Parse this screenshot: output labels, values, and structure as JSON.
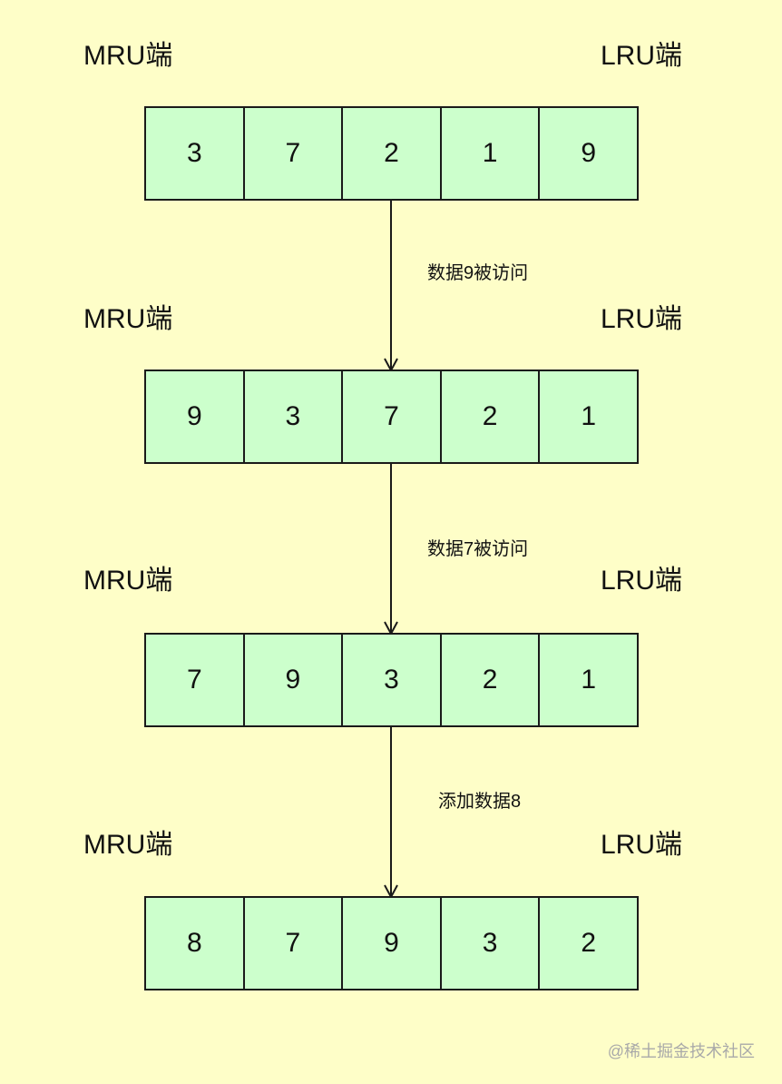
{
  "labels": {
    "mru": "MRU端",
    "lru": "LRU端"
  },
  "rows": [
    [
      "3",
      "7",
      "2",
      "1",
      "9"
    ],
    [
      "9",
      "3",
      "7",
      "2",
      "1"
    ],
    [
      "7",
      "9",
      "3",
      "2",
      "1"
    ],
    [
      "8",
      "7",
      "9",
      "3",
      "2"
    ]
  ],
  "steps": [
    "数据9被访问",
    "数据7被访问",
    "添加数据8"
  ],
  "watermark": "@稀土掘金技术社区"
}
